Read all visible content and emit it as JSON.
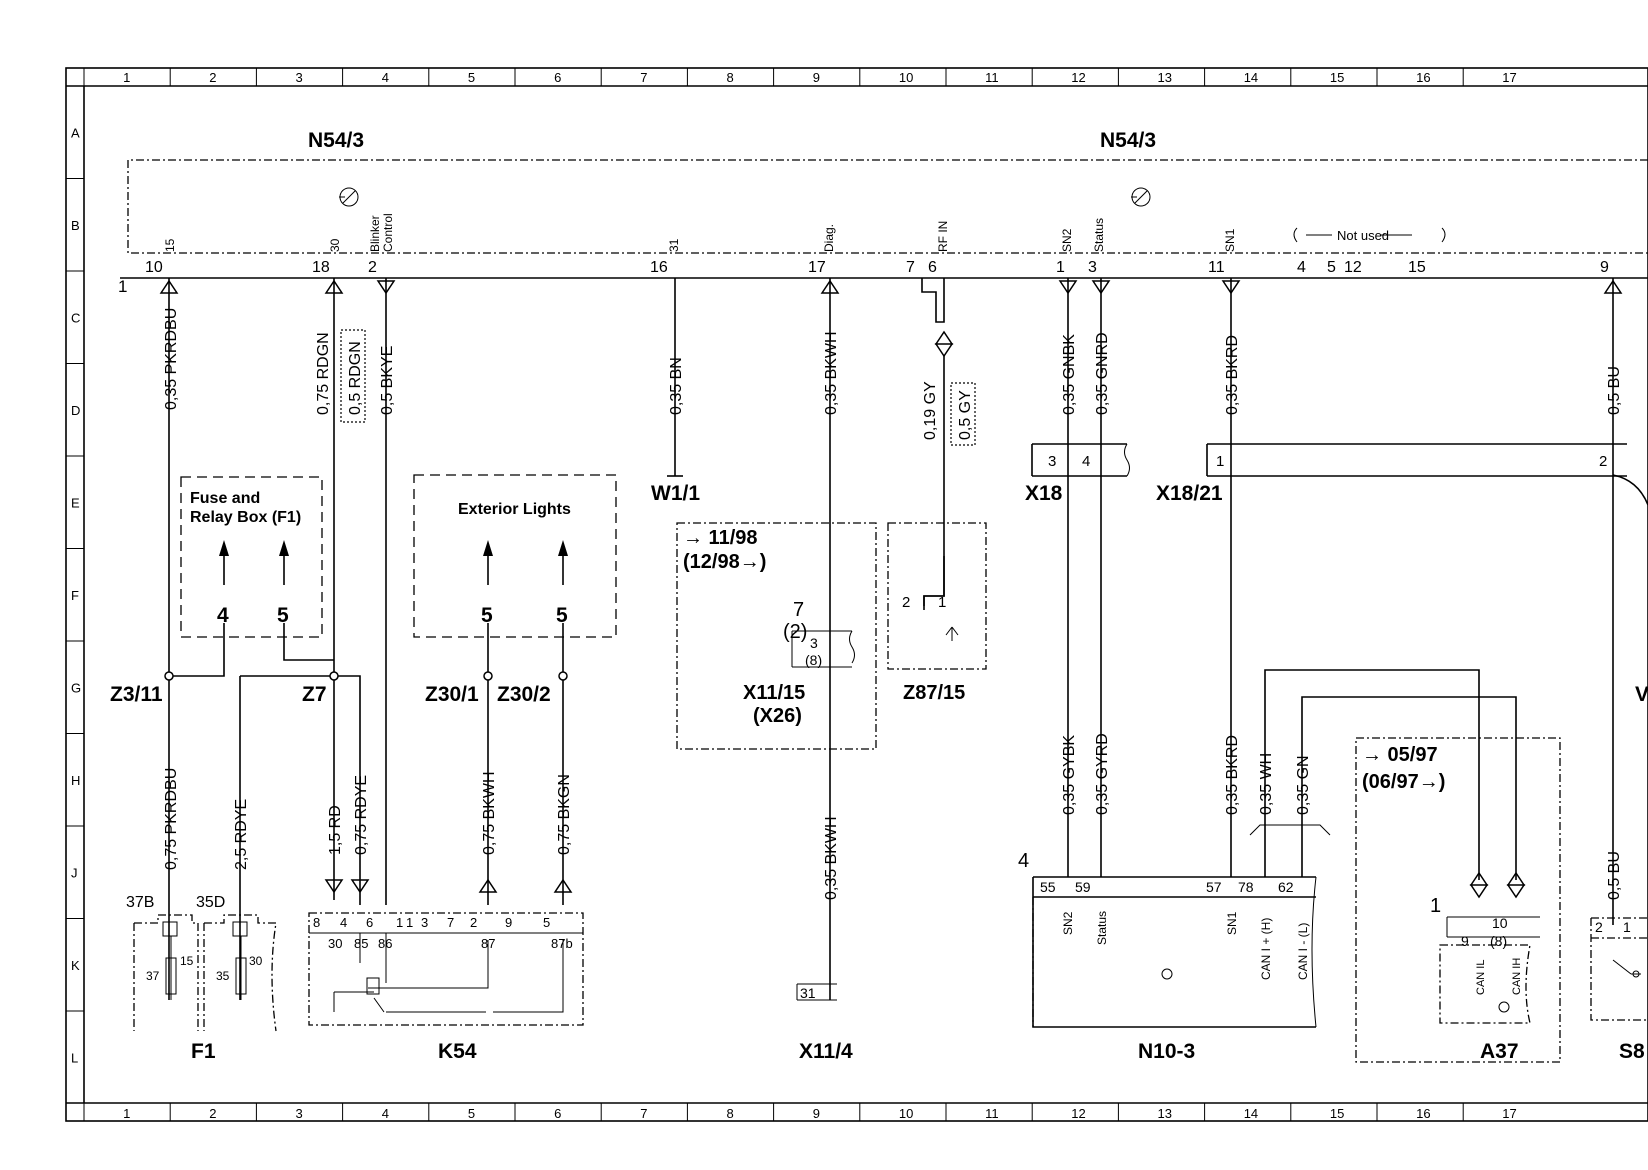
{
  "grid": {
    "columns": [
      "1",
      "2",
      "3",
      "4",
      "5",
      "6",
      "7",
      "8",
      "9",
      "10",
      "11",
      "12",
      "13",
      "14",
      "15",
      "16",
      "17"
    ],
    "rows": [
      "A",
      "B",
      "C",
      "D",
      "E",
      "F",
      "G",
      "H",
      "J",
      "K",
      "L"
    ]
  },
  "module_label_left": "N54/3",
  "module_label_right": "N54/3",
  "ref_1": "1",
  "ref_4": "4",
  "ref_1b": "1",
  "pin_labels": {
    "p15": "15",
    "p30": "30",
    "blinker": "Blinker",
    "control": "Control",
    "p31": "31",
    "diag": "Diag.",
    "rfin": "RF IN",
    "sn2": "SN2",
    "status": "Status",
    "sn1": "SN1",
    "not_used": "Not used"
  },
  "pin_numbers": {
    "n10": "10",
    "n18": "18",
    "n2": "2",
    "n16": "16",
    "n17": "17",
    "n7": "7",
    "n6": "6",
    "n1": "1",
    "n3": "3",
    "n11": "11",
    "n4": "4",
    "n5": "5",
    "n12": "12",
    "n15": "15",
    "n9": "9"
  },
  "wires": {
    "w1": "0,35 PKRDBU",
    "w2": "0,75 RDGN",
    "w2b": "0,5 RDGN",
    "w3": "0,5 BKYE",
    "w4": "0,35 BN",
    "w5": "0,35 BKWH",
    "w6": "0,19 GY",
    "w6b": "0,5 GY",
    "w7": "0,35 GNBK",
    "w8": "0,35 GNRD",
    "w9": "0,35 BKRD",
    "w10": "0,5 BU",
    "w11": "0,75 PKRDBU",
    "w12": "2,5 RDYE",
    "w13": "1,5 RD",
    "w14": "0,75 RDYE",
    "w15": "0,75 BKWH",
    "w16": "0,75 BKGN",
    "w17": "0,35 BKWH",
    "w18": "0,35 GYBK",
    "w19": "0,35 GYRD",
    "w20": "0,35 BKRD",
    "w21": "0,35 WH",
    "w22": "0,35 GN",
    "w23": "0,5 BU"
  },
  "components": {
    "w1_1": "W1/1",
    "x18": "X18",
    "x18_21": "X18/21",
    "fuse_box_1": "Fuse and",
    "fuse_box_2": "Relay Box (F1)",
    "ext_lights": "Exterior Lights",
    "z3_11": "Z3/11",
    "z7": "Z7",
    "z30_1": "Z30/1",
    "z30_2": "Z30/2",
    "x11_15": "X11/15",
    "x26": "(X26)",
    "z87_15": "Z87/15",
    "f1": "F1",
    "k54": "K54",
    "x11_4": "X11/4",
    "n10_3": "N10-3",
    "a37": "A37",
    "s8": "S8",
    "w_partial": "V"
  },
  "dates": {
    "d1": "→ 11/98",
    "d2": "(12/98→)",
    "d3": "→ 05/97",
    "d4": "(06/97→)"
  },
  "small": {
    "x11_15_7": "7",
    "x11_15_2": "(2)",
    "x11_15_3": "3",
    "x11_15_8": "(8)",
    "z87_2": "2",
    "z87_1": "1",
    "x18_3": "3",
    "x18_4": "4",
    "x1821_1": "1",
    "x1821_2": "2",
    "fuse4a": "4",
    "fuse5a": "5",
    "ext5a": "5",
    "ext5b": "5",
    "f1_37b": "37B",
    "f1_35d": "35D",
    "f1_37": "37",
    "f1_15": "15",
    "f1_35": "35",
    "f1_30": "30",
    "k54_8": "8",
    "k54_4": "4",
    "k54_6": "6",
    "k54_1": "1",
    "k54_1b": "1",
    "k54_3": "3",
    "k54_7": "7",
    "k54_2": "2",
    "k54_9": "9",
    "k54_5": "5",
    "k54_30": "30",
    "k54_85": "85",
    "k54_86": "86",
    "k54_87": "87",
    "k54_87b": "87b",
    "x114_31": "31",
    "n10_55": "55",
    "n10_59": "59",
    "n10_57": "57",
    "n10_78": "78",
    "n10_62": "62",
    "n10_sn2": "SN2",
    "n10_status": "Status",
    "n10_sn1": "SN1",
    "n10_canh": "CAN I + (H)",
    "n10_canl": "CAN I - (L)",
    "a37_10": "10",
    "a37_8": "(8)",
    "a37_9": "9",
    "a37_canl": "CAN IL",
    "a37_canh": "CAN IH",
    "s8_2": "2",
    "s8_1": "1"
  }
}
